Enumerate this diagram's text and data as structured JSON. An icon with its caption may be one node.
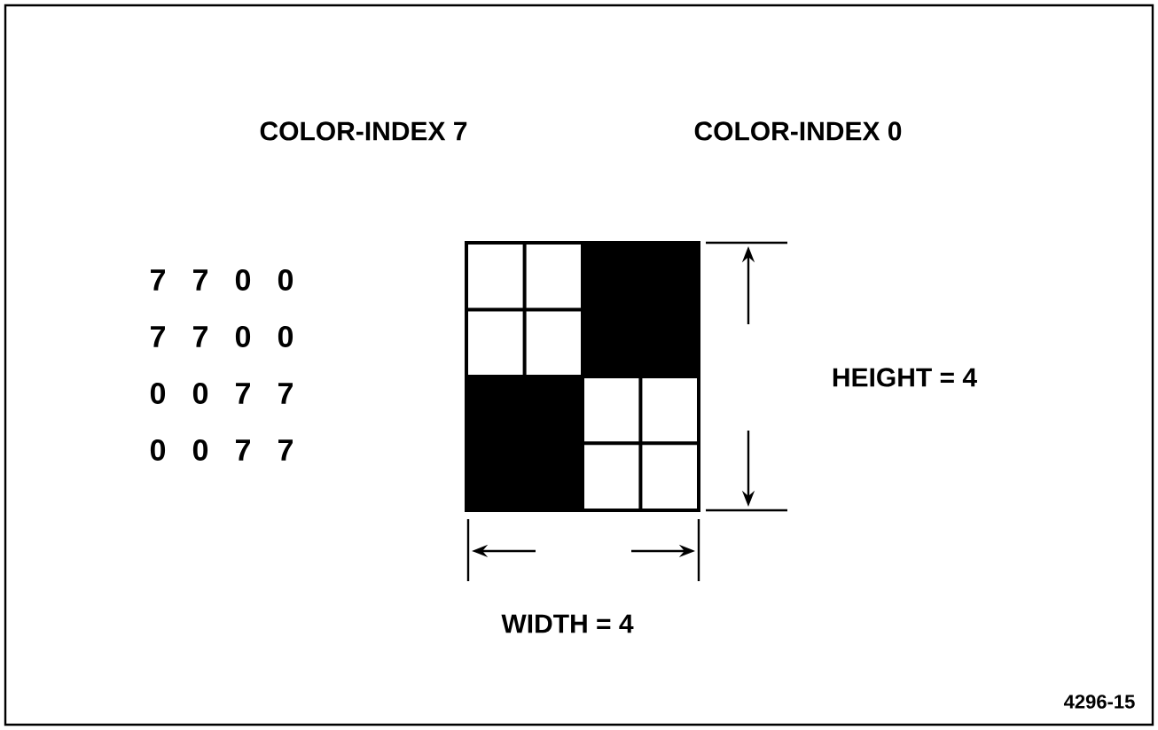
{
  "diagram": {
    "labels": [
      "COLOR-INDEX 7",
      "COLOR-INDEX 0",
      "7",
      "7",
      "0",
      "0",
      "7",
      "7",
      "0",
      "0",
      "0",
      "0",
      "7",
      "7",
      "0",
      "0",
      "7",
      "7",
      "HEIGHT = 4",
      "WIDTH = 4",
      "4296-15"
    ]
  }
}
